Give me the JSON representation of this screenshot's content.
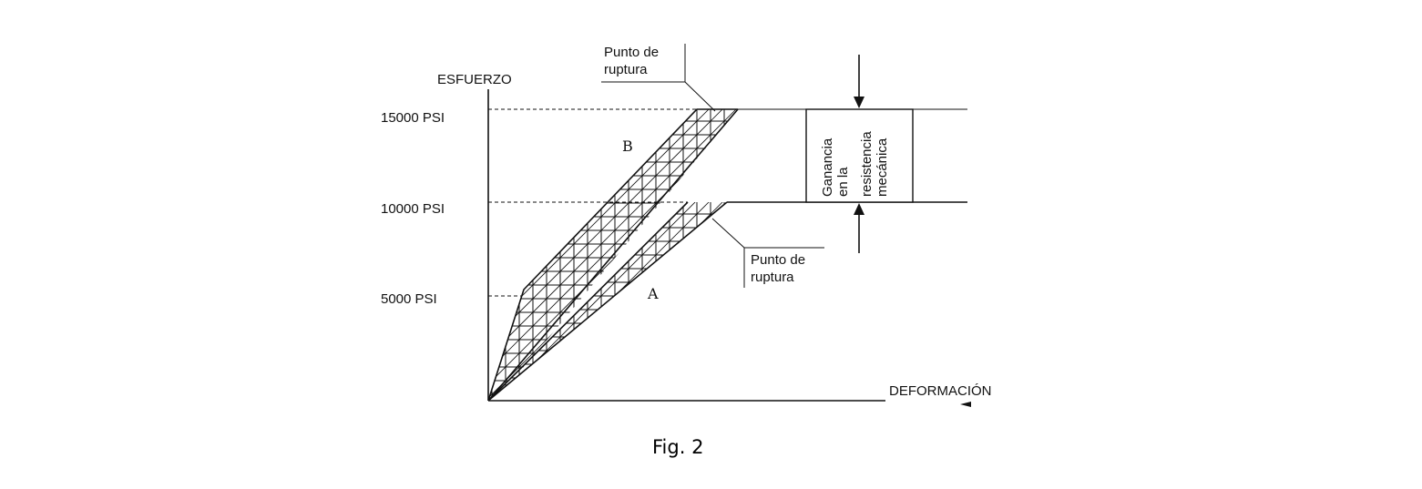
{
  "diagram": {
    "y_axis_label": "ESFUERZO",
    "x_axis_label": "DEFORMACIÓN",
    "y_ticks": [
      "15000 PSI",
      "10000 PSI",
      "5000 PSI"
    ],
    "curve_b_label": "B",
    "curve_a_label": "A",
    "break_point_b": [
      "Punto de",
      "ruptura"
    ],
    "break_point_a": [
      "Punto de",
      "ruptura"
    ],
    "gain_box": [
      "Ganancia",
      "en la",
      "resistencia",
      "mecánica"
    ],
    "caption": "Fig. 2"
  }
}
